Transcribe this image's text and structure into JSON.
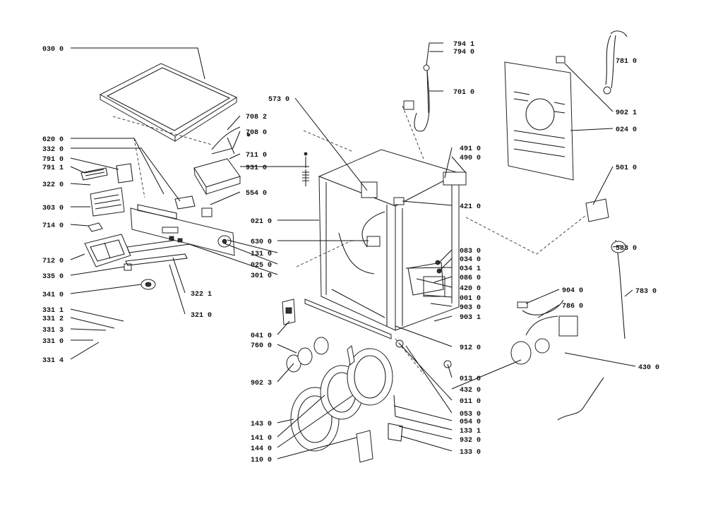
{
  "diagram": {
    "part_labels": [
      "030 0",
      "794 1",
      "794 0",
      "701 0",
      "781 0",
      "573 0",
      "902 1",
      "024 0",
      "708 2",
      "708 0",
      "620 0",
      "332 0",
      "791 0",
      "791 1",
      "711 0",
      "931 0",
      "491 0",
      "490 0",
      "501 0",
      "322 0",
      "554 0",
      "303 0",
      "021 0",
      "421 0",
      "714 0",
      "630 0",
      "583 0",
      "131 0",
      "083 0",
      "712 0",
      "025 0",
      "034 0",
      "335 0",
      "301 0",
      "034 1",
      "086 0",
      "341 0",
      "322 1",
      "420 0",
      "904 0",
      "783 0",
      "001 0",
      "786 0",
      "331 1",
      "321 0",
      "903 0",
      "331 2",
      "903 1",
      "331 3",
      "041 0",
      "331 0",
      "760 0",
      "912 0",
      "331 4",
      "013 0",
      "430 0",
      "902 3",
      "432 0",
      "011 0",
      "053 0",
      "143 0",
      "054 0",
      "133 1",
      "141 0",
      "932 0",
      "144 0",
      "133 0",
      "110 0"
    ]
  }
}
